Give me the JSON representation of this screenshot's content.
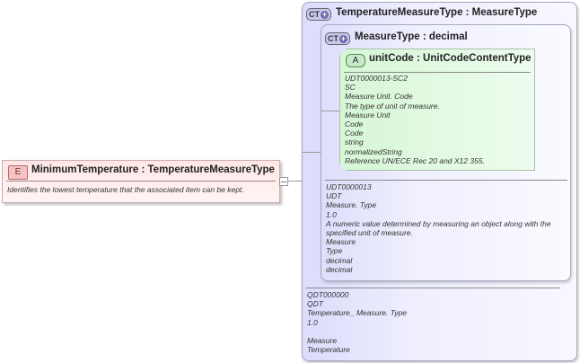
{
  "element": {
    "badge": "E",
    "title": "MinimumTemperature : TemperatureMeasureType",
    "documentation": "Identifies the lowest temperature that the associated item can be kept.",
    "colors": {
      "background": "#ffe6e6",
      "badge": "#f4c4c4"
    }
  },
  "outer_type": {
    "badge": "CT",
    "title": "TemperatureMeasureType : MeasureType",
    "documentation": [
      "QDT000000",
      "QDT",
      "Temperature_ Measure. Type",
      "1.0",
      "",
      "Measure",
      "Temperature"
    ]
  },
  "inner_type": {
    "badge": "CT",
    "title": "MeasureType : decimal",
    "documentation": [
      "UDT0000013",
      "UDT",
      "Measure. Type",
      "1.0",
      "A numeric value determined by measuring an object along with the",
      "specified unit of measure.",
      "Measure",
      "Type",
      "decimal",
      "decimal"
    ]
  },
  "attribute": {
    "badge": "A",
    "title": "unitCode : UnitCodeContentType",
    "documentation": [
      "UDT0000013-SC2",
      "SC",
      "Measure Unit. Code",
      "The type of unit of measure.",
      "Measure Unit",
      "Code",
      "Code",
      "string",
      "normalizedString",
      "Reference UN/ECE Rec 20 and X12 355."
    ],
    "colors": {
      "background": "#d6f6d6"
    }
  }
}
